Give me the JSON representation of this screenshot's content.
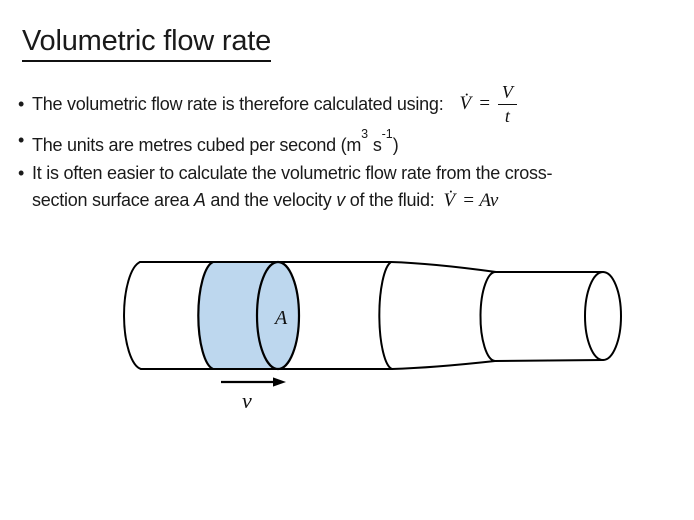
{
  "slide": {
    "background_color": "#FFFFFF",
    "title": "Volumetric flow rate",
    "bullets": {
      "marker": "•",
      "b1": {
        "text": "The volumetric flow rate is therefore calculated using:",
        "formula": {
          "lhs": "V̇",
          "equals": "=",
          "numerator": "V",
          "denominator": "t"
        }
      },
      "b2": {
        "pre": "The units are metres cubed per second (m",
        "sup_cubed": "3",
        "mid": " s",
        "sup_inverse": "-1",
        "post": ")"
      },
      "b3": {
        "line1": "It is often easier to calculate the volumetric flow rate from the cross-",
        "line2_pre": "section surface area ",
        "var_area": "A",
        "line2_mid": " and the velocity ",
        "var_velocity": "v",
        "line2_post": " of the fluid:",
        "formula": {
          "lhs": "V̇",
          "rhs": "= Av"
        }
      }
    },
    "diagram": {
      "area_label": "A",
      "velocity_label": "v",
      "fill_color": "#BDD7EE",
      "stroke_color": "#000000"
    }
  }
}
